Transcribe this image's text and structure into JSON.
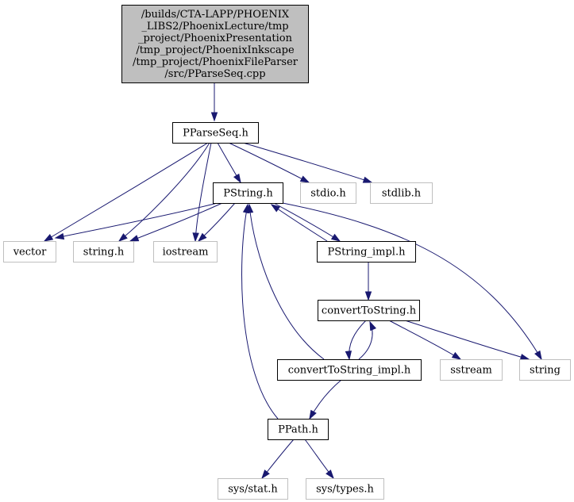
{
  "diagram": {
    "nodes": [
      {
        "id": "root",
        "kind": "main",
        "lines": [
          "/builds/CTA-LAPP/PHOENIX",
          "_LIBS2/PhoenixLecture/tmp",
          "_project/PhoenixPresentation",
          "/tmp_project/PhoenixInkscape",
          "/tmp_project/PhoenixFileParser",
          "/src/PParseSeq.cpp"
        ]
      },
      {
        "id": "pparseseq_h",
        "kind": "local",
        "lines": [
          "PParseSeq.h"
        ]
      },
      {
        "id": "pstring_h",
        "kind": "local",
        "lines": [
          "PString.h"
        ]
      },
      {
        "id": "stdio_h",
        "kind": "external",
        "lines": [
          "stdio.h"
        ]
      },
      {
        "id": "stdlib_h",
        "kind": "external",
        "lines": [
          "stdlib.h"
        ]
      },
      {
        "id": "vector",
        "kind": "external",
        "lines": [
          "vector"
        ]
      },
      {
        "id": "string_h",
        "kind": "external",
        "lines": [
          "string.h"
        ]
      },
      {
        "id": "iostream",
        "kind": "external",
        "lines": [
          "iostream"
        ]
      },
      {
        "id": "pstring_impl_h",
        "kind": "local",
        "lines": [
          "PString_impl.h"
        ]
      },
      {
        "id": "converttostring_h",
        "kind": "local",
        "lines": [
          "convertToString.h"
        ]
      },
      {
        "id": "converttostring_impl_h",
        "kind": "local",
        "lines": [
          "convertToString_impl.h"
        ]
      },
      {
        "id": "sstream",
        "kind": "external",
        "lines": [
          "sstream"
        ]
      },
      {
        "id": "string",
        "kind": "external",
        "lines": [
          "string"
        ]
      },
      {
        "id": "ppath_h",
        "kind": "local",
        "lines": [
          "PPath.h"
        ]
      },
      {
        "id": "sys_stat_h",
        "kind": "external",
        "lines": [
          "sys/stat.h"
        ]
      },
      {
        "id": "sys_types_h",
        "kind": "external",
        "lines": [
          "sys/types.h"
        ]
      }
    ],
    "edges": [
      {
        "from": "root",
        "to": "pparseseq_h"
      },
      {
        "from": "pparseseq_h",
        "to": "pstring_h"
      },
      {
        "from": "pparseseq_h",
        "to": "stdio_h"
      },
      {
        "from": "pparseseq_h",
        "to": "stdlib_h"
      },
      {
        "from": "pparseseq_h",
        "to": "vector"
      },
      {
        "from": "pparseseq_h",
        "to": "string_h"
      },
      {
        "from": "pparseseq_h",
        "to": "iostream"
      },
      {
        "from": "pstring_h",
        "to": "vector"
      },
      {
        "from": "pstring_h",
        "to": "string_h"
      },
      {
        "from": "pstring_h",
        "to": "iostream"
      },
      {
        "from": "pstring_h",
        "to": "pstring_impl_h"
      },
      {
        "from": "pstring_h",
        "to": "string"
      },
      {
        "from": "pstring_impl_h",
        "to": "pstring_h"
      },
      {
        "from": "pstring_impl_h",
        "to": "converttostring_h"
      },
      {
        "from": "converttostring_h",
        "to": "converttostring_impl_h"
      },
      {
        "from": "converttostring_h",
        "to": "sstream"
      },
      {
        "from": "converttostring_h",
        "to": "string"
      },
      {
        "from": "converttostring_impl_h",
        "to": "converttostring_h"
      },
      {
        "from": "converttostring_impl_h",
        "to": "pstring_h"
      },
      {
        "from": "converttostring_impl_h",
        "to": "ppath_h"
      },
      {
        "from": "ppath_h",
        "to": "pstring_h"
      },
      {
        "from": "ppath_h",
        "to": "sys_stat_h"
      },
      {
        "from": "ppath_h",
        "to": "sys_types_h"
      }
    ]
  }
}
